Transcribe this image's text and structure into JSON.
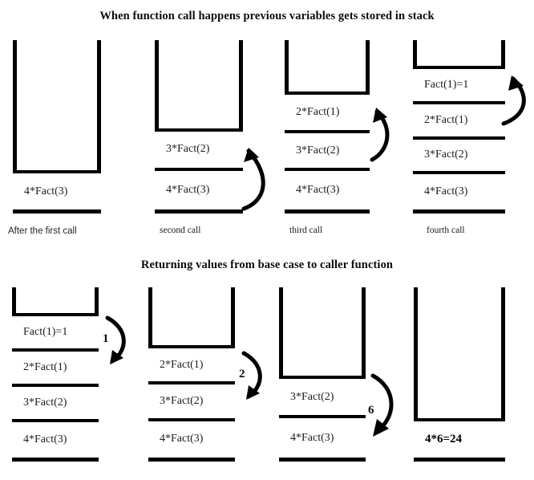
{
  "titles": {
    "top": "When function call happens previous variables gets stored in stack",
    "bottom": "Returning values from base case to caller function"
  },
  "colors": {
    "stroke": "#000000",
    "text": "#1a1a22",
    "background": "#ffffff"
  },
  "row1": {
    "stacks": [
      {
        "caption": "After the first call",
        "cells": [
          "4*Fact(3)"
        ],
        "arrow": null
      },
      {
        "caption": "second call",
        "cells": [
          "3*Fact(2)",
          "4*Fact(3)"
        ],
        "arrow": {
          "direction": "up",
          "label": ""
        }
      },
      {
        "caption": "third call",
        "cells": [
          "2*Fact(1)",
          "3*Fact(2)",
          "4*Fact(3)"
        ],
        "arrow": {
          "direction": "up",
          "label": ""
        }
      },
      {
        "caption": "fourth call",
        "cells": [
          "Fact(1)=1",
          "2*Fact(1)",
          "3*Fact(2)",
          "4*Fact(3)"
        ],
        "arrow": {
          "direction": "up",
          "label": ""
        }
      }
    ]
  },
  "row2": {
    "stacks": [
      {
        "caption": "",
        "cells": [
          "Fact(1)=1",
          "2*Fact(1)",
          "3*Fact(2)",
          "4*Fact(3)"
        ],
        "arrow": {
          "direction": "down",
          "label": "1"
        }
      },
      {
        "caption": "",
        "cells": [
          "2*Fact(1)",
          "3*Fact(2)",
          "4*Fact(3)"
        ],
        "arrow": {
          "direction": "down",
          "label": "2"
        }
      },
      {
        "caption": "",
        "cells": [
          "3*Fact(2)",
          "4*Fact(3)"
        ],
        "arrow": {
          "direction": "down",
          "label": "6"
        }
      },
      {
        "caption": "",
        "cells": [
          "4*6=24"
        ],
        "arrow": null
      }
    ]
  }
}
